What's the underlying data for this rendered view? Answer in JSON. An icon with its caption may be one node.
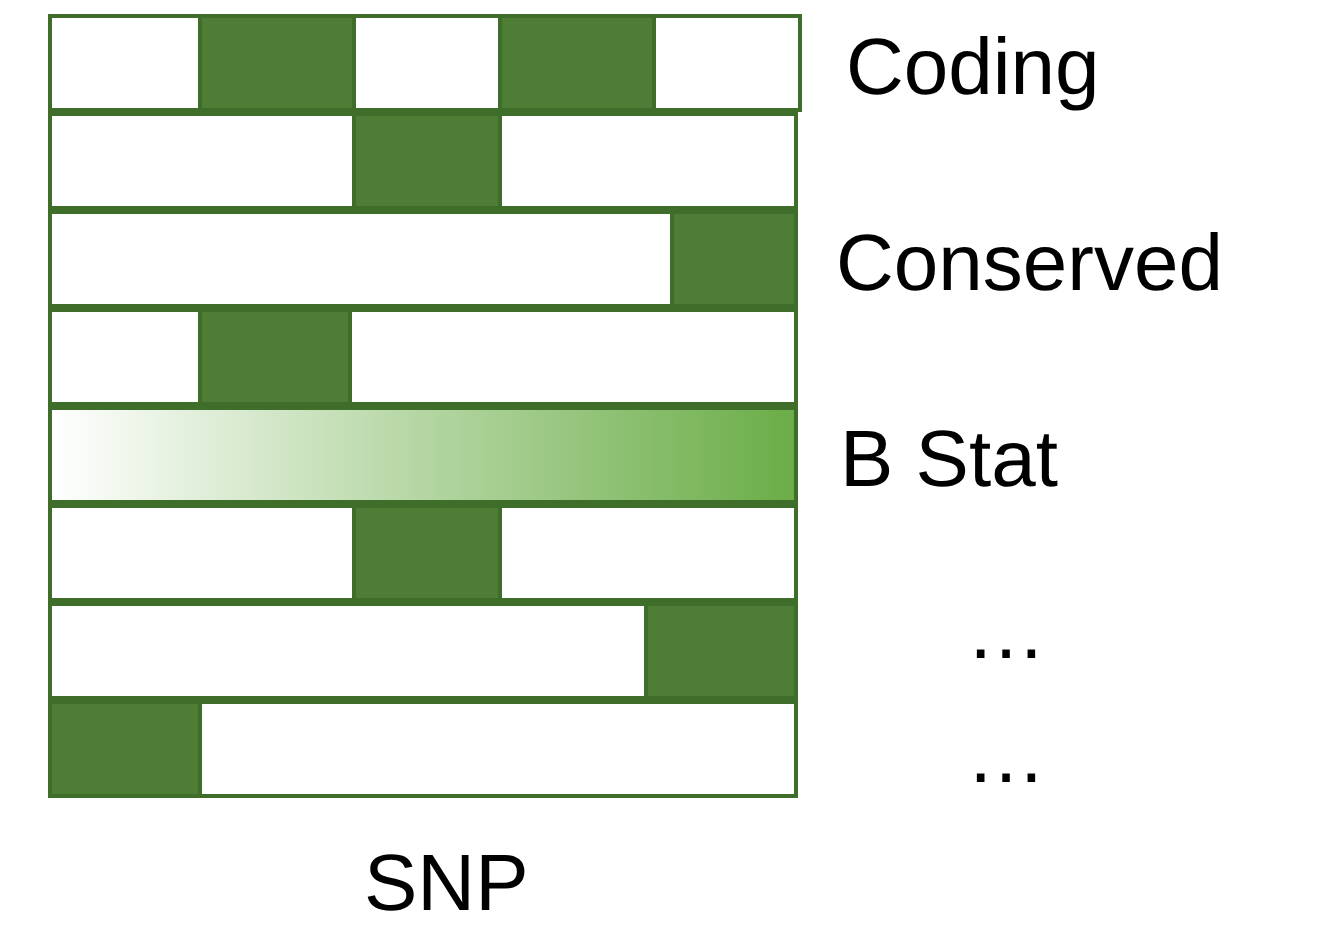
{
  "diagram": {
    "labels": [
      "Coding",
      "Conserved",
      "B Stat",
      "…",
      "…",
      "SNP"
    ]
  }
}
